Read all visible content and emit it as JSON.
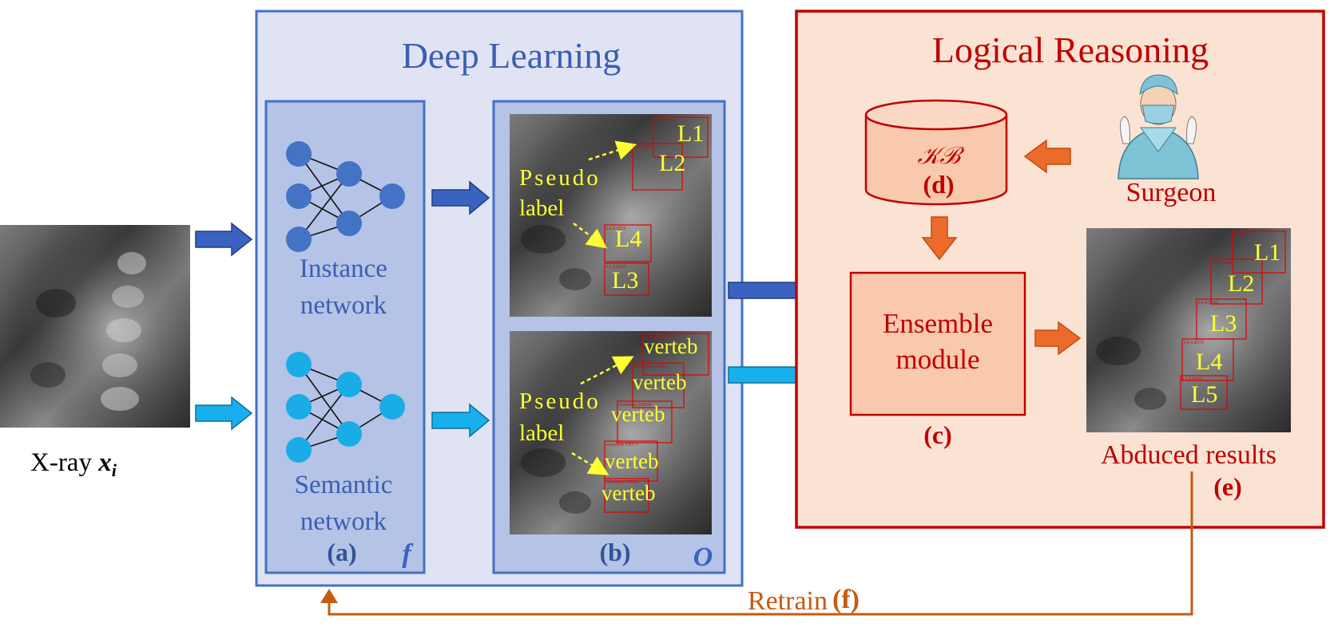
{
  "colors": {
    "dl_fill": "#dfe3f4",
    "dl_border": "#4472c4",
    "dl_inner_fill": "#b4c3e6",
    "title_blue": "#3a5fb0",
    "lr_fill": "#fbe3d4",
    "lr_border": "#c00000",
    "red_text": "#c00000",
    "dark_blue_arrow": "#3a62c0",
    "light_blue_arrow": "#18b0ec",
    "orange_arrow": "#ed6b2a",
    "retrain": "#c55a11",
    "pseudo_yellow": "#ffff33",
    "node_dark": "#4472c4",
    "node_light": "#1aace6"
  },
  "input": {
    "label": "X-ray ",
    "var": "x",
    "sub": "i"
  },
  "deep_learning": {
    "title": "Deep Learning",
    "panel_a": {
      "instance_label_1": "Instance",
      "instance_label_2": "network",
      "semantic_label_1": "Semantic",
      "semantic_label_2": "network",
      "tag": "(a)",
      "symbol": "f"
    },
    "panel_b": {
      "tag": "(b)",
      "symbol": "O",
      "top": {
        "pseudo_1": "Pseudo",
        "pseudo_2": "label",
        "boxes": [
          "L1",
          "L2",
          "L4",
          "L3"
        ],
        "scores": [
          "L1 0.8574",
          "L2 0.9463",
          "L4 0.9226",
          "L3 0.8725"
        ]
      },
      "bottom": {
        "pseudo_1": "Pseudo",
        "pseudo_2": "label",
        "boxes": [
          "verteb",
          "verteb",
          "verteb",
          "verteb",
          "verteb"
        ],
        "scores": [
          "vertebrae 0.8297",
          "vertebrae 0.8886",
          "vertebrae 0.8660",
          "vertebrae 0.8175",
          "vertebrae 0.9243"
        ]
      }
    }
  },
  "logical_reasoning": {
    "title": "Logical Reasoning",
    "kb_symbol": "𝒦ℬ",
    "kb_tag": "(d)",
    "surgeon": "Surgeon",
    "ensemble_1": "Ensemble",
    "ensemble_2": "module",
    "ensemble_tag": "(c)",
    "result_boxes": [
      "L1",
      "L2",
      "L3",
      "L4",
      "L5"
    ],
    "result_scores": [
      "L1 0.8297",
      "L2 0.8886",
      "L3 0.9000",
      "L4 0.8579",
      "L5 0.9243"
    ],
    "abduced": "Abduced results",
    "abduced_tag": "(e)"
  },
  "retrain": {
    "label": "Retrain",
    "tag": "(f)"
  }
}
